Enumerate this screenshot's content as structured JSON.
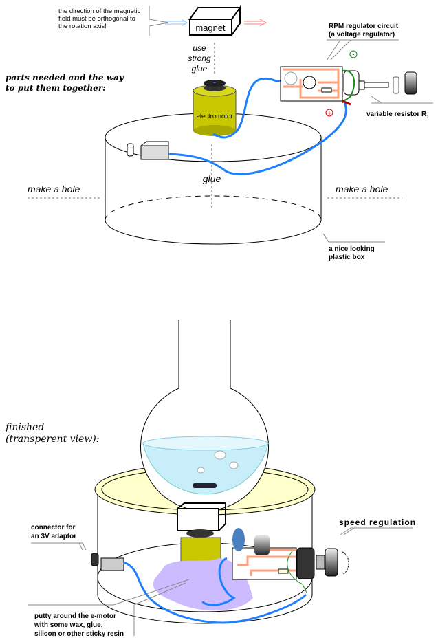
{
  "top": {
    "note": [
      "the direction of the magnetic",
      "field must be orthogonal to",
      "the rotation axis!"
    ],
    "magnet": "magnet",
    "glue_note": [
      "use",
      "strong",
      "glue"
    ],
    "heading": [
      "parts needed and  the way",
      "to put them together:"
    ],
    "motor": "electromotor",
    "glue": "glue",
    "hole_left": "make a hole",
    "hole_right": "make a hole",
    "circuit": [
      "RPM regulator circuit",
      "(a voltage regulator)"
    ],
    "minus": "-",
    "plus": "+",
    "resistor": "variable resistor R",
    "resistor_sub": "1",
    "box": [
      "a nice looking",
      "plastic box"
    ]
  },
  "bottom": {
    "heading": [
      "finished",
      "(transperent view):"
    ],
    "connector": [
      "connector for",
      "an 3V adaptor"
    ],
    "speed": "speed regulation",
    "putty": [
      "putty around the e-motor",
      "with some wax, glue,",
      "silicon or other sticky resin"
    ]
  },
  "colors": {
    "wire": "#1e7fff",
    "trace": "#ffa07a",
    "motor": "#c8c800",
    "putty": "#ccbbff",
    "water": "#c8eefa",
    "plate": "#ffffcc"
  }
}
